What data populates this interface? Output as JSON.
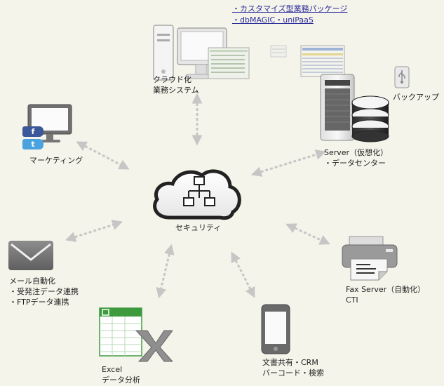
{
  "links": [
    "・カスタマイズ型業務パッケージ",
    "・dbMAGIC・uniPaaS"
  ],
  "center": {
    "label": "セキュリティ"
  },
  "nodes": {
    "cloud_system": [
      "クラウド化",
      "業務システム"
    ],
    "backup": "バックアップ",
    "server": [
      "Server（仮想化）",
      "・データセンター"
    ],
    "marketing": "マーケティング",
    "mail": [
      "メール自動化",
      "・受発注データ連携",
      "・FTPデータ連携"
    ],
    "fax": [
      "Fax Server（自動化）",
      "CTI"
    ],
    "excel": [
      "Excel",
      "データ分析"
    ],
    "tablet": [
      "文書共有・CRM",
      "バーコード・検索"
    ]
  },
  "icons": {
    "facebook": "f",
    "twitter": "t"
  },
  "colors": {
    "background": "#f5f4ea",
    "link": "#2b2b9c",
    "arrow": "#c6c6c6",
    "excel_green": "#3d9a3d"
  }
}
